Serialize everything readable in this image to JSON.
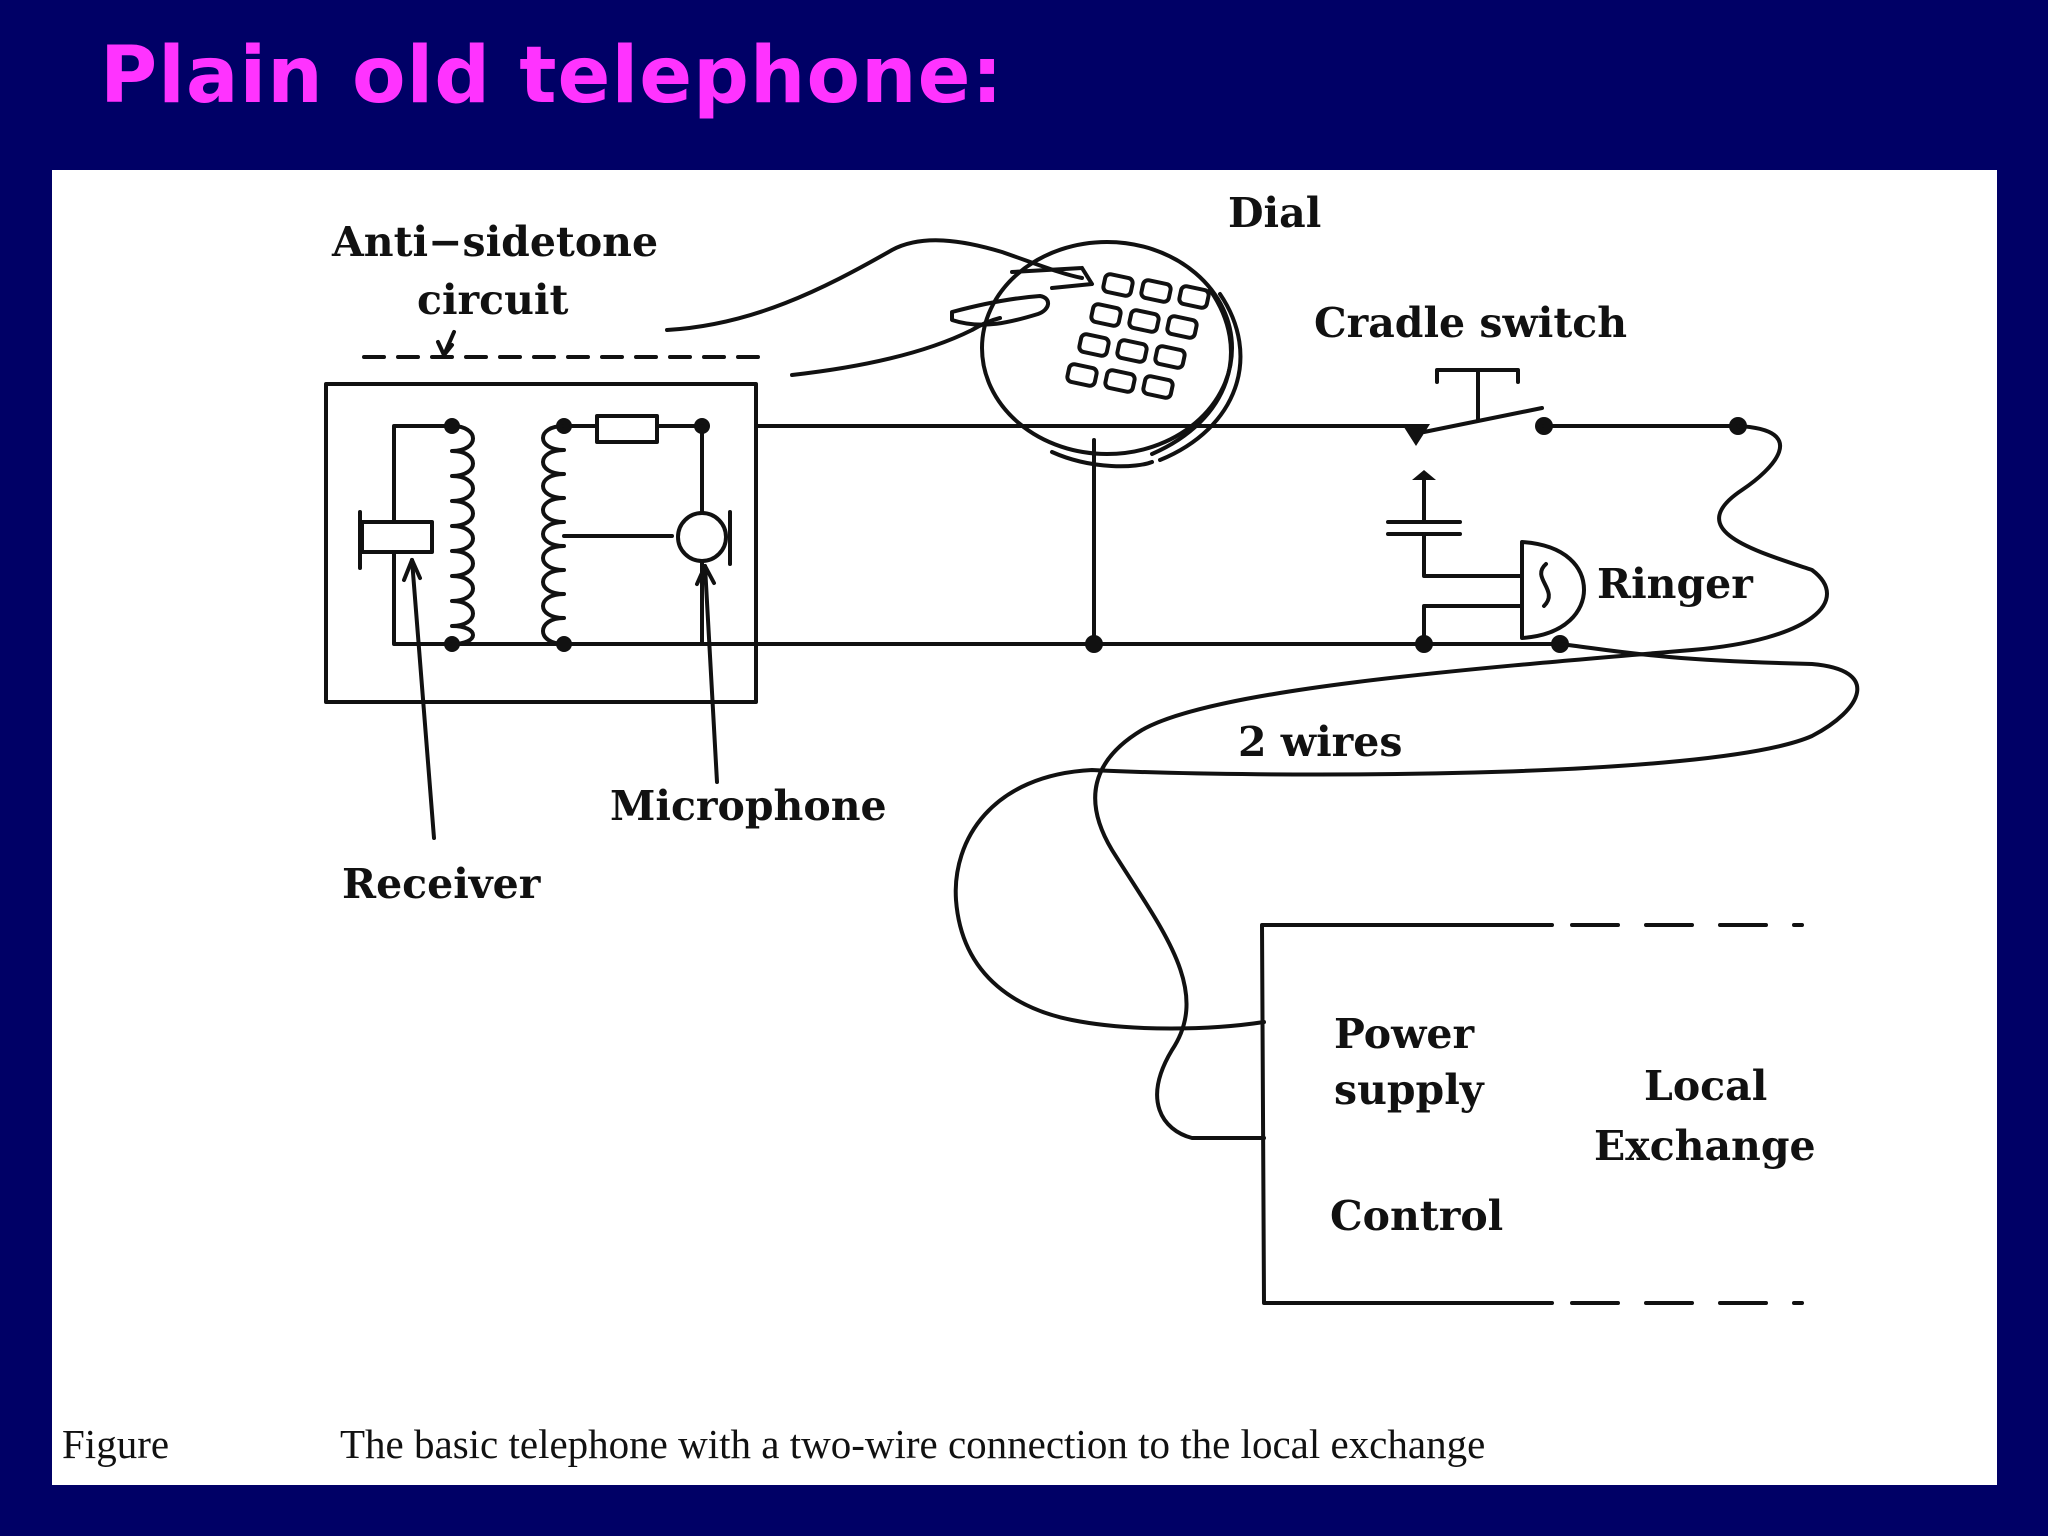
{
  "title": "Plain old telephone:",
  "diagram": {
    "labels": {
      "anti_sidetone_line1": "Anti−sidetone",
      "anti_sidetone_line2": "circuit",
      "dial": "Dial",
      "cradle_switch": "Cradle switch",
      "ringer": "Ringer",
      "two_wires": "2 wires",
      "microphone": "Microphone",
      "receiver": "Receiver",
      "power_line1": "Power",
      "power_line2": "supply",
      "control": "Control",
      "local_line1": "Local",
      "local_line2": "Exchange"
    },
    "caption": {
      "prefix": "Figure",
      "text": "The basic telephone with a two-wire connection to the local exchange"
    }
  }
}
